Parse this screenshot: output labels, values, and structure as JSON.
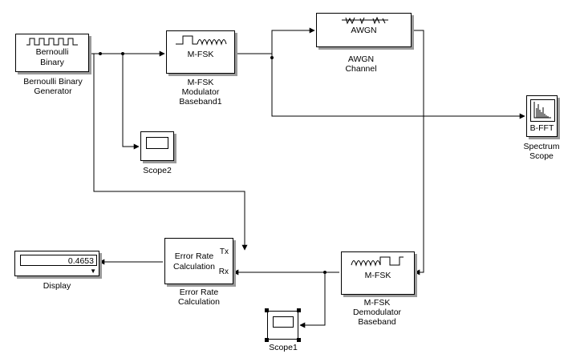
{
  "blocks": {
    "bernoulli": {
      "line1": "Bernoulli",
      "line2": "Binary",
      "label_line1": "Bernoulli Binary",
      "label_line2": "Generator"
    },
    "mfsk_mod": {
      "text": "M-FSK",
      "label_line1": "M-FSK",
      "label_line2": "Modulator",
      "label_line3": "Baseband1"
    },
    "awgn": {
      "text": "AWGN",
      "label_line1": "AWGN",
      "label_line2": "Channel"
    },
    "spectrum": {
      "text": "B-FFT",
      "label_line1": "Spectrum",
      "label_line2": "Scope"
    },
    "scope2": {
      "label": "Scope2"
    },
    "error_rate": {
      "line1": "Error Rate",
      "line2": "Calculation",
      "port_tx": "Tx",
      "port_rx": "Rx",
      "label_line1": "Error Rate",
      "label_line2": "Calculation"
    },
    "display": {
      "value": "0.4653",
      "label": "Display"
    },
    "mfsk_demod": {
      "text": "M-FSK",
      "label_line1": "M-FSK",
      "label_line2": "Demodulator",
      "label_line3": "Baseband"
    },
    "scope1": {
      "label": "Scope1"
    }
  },
  "icons": [
    "square-wave-icon",
    "fsk-wave-icon",
    "noise-icon",
    "spectrum-icon",
    "scope-screen-icon",
    "arrow-down-icon"
  ],
  "colors": {
    "line": "#000000",
    "block_shadow": "#9a9a9a",
    "background": "#ffffff"
  }
}
